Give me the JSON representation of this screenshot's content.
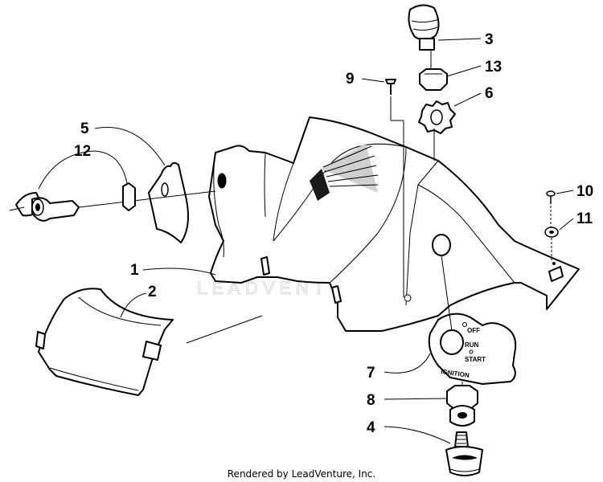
{
  "callouts": {
    "c1": "1",
    "c2": "2",
    "c3": "3",
    "c4": "4",
    "c5": "5",
    "c6": "6",
    "c7": "7",
    "c8": "8",
    "c9": "9",
    "c10": "10",
    "c11": "11",
    "c12": "12",
    "c13": "13"
  },
  "switch_labels": {
    "off": "OFF",
    "run": "RUN",
    "start": "START",
    "ignition": "IGNITION"
  },
  "watermark": "LEADVENTURE",
  "footer": "Rendered by LeadVenture, Inc."
}
